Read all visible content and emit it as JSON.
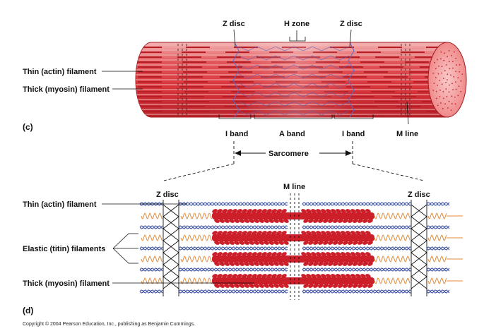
{
  "panel_c": {
    "tag": "(c)",
    "labels": {
      "z_disc_left": "Z disc",
      "h_zone": "H zone",
      "z_disc_right": "Z disc",
      "thin_filament": "Thin (actin) filament",
      "thick_filament": "Thick (myosin) filament",
      "i_band_left": "I band",
      "a_band": "A band",
      "i_band_right": "I band",
      "m_line": "M line"
    }
  },
  "sarcomere_label": "Sarcomere",
  "panel_d": {
    "tag": "(d)",
    "labels": {
      "z_disc_left": "Z disc",
      "m_line": "M line",
      "z_disc_right": "Z disc",
      "thin_filament": "Thin (actin) filament",
      "elastic_filaments": "Elastic (titin) filaments",
      "thick_filament": "Thick (myosin) filament"
    }
  },
  "copyright": "Copyright © 2004 Pearson Education, Inc., publishing as Benjamin Cummings.",
  "colors": {
    "muscle_red": "#d8343a",
    "muscle_light": "#f0a0a0",
    "myosin_red": "#cc1f2a",
    "actin_blue": "#4a5fa8",
    "titin_orange": "#e08a3c"
  }
}
